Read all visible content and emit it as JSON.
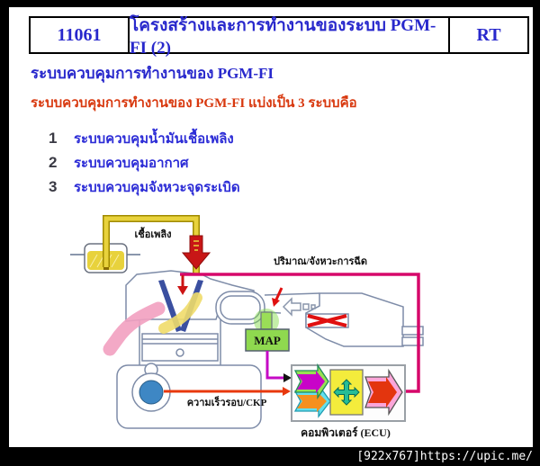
{
  "header": {
    "code": "11061",
    "title": "โครงสร้างและการทำงานของระบบ PGM-FI (2)",
    "tag": "RT"
  },
  "headings": {
    "main": "ระบบควบคุมการทำงานของ PGM-FI",
    "sub": "ระบบควบคุมการทำงานของ PGM-FI แบ่งเป็น 3 ระบบคือ"
  },
  "list": {
    "items": [
      {
        "num": "1",
        "label": "ระบบควบคุมน้ำมันเชื้อเพลิง"
      },
      {
        "num": "2",
        "label": "ระบบควบคุมอากาศ"
      },
      {
        "num": "3",
        "label": "ระบบควบคุมจังหวะจุดระเบิด"
      }
    ]
  },
  "diagram": {
    "labels": {
      "fuel": "เชื้อเพลิง",
      "injection": "ปริมาณ/จังหวะการฉีด",
      "map": "MAP",
      "ckp": "ความเร็วรอบ/CKP",
      "ecu": "คอมพิวเตอร์ (ECU)"
    },
    "colors": {
      "text_blue": "#2828CC",
      "text_red": "#D8380E",
      "fuel_line_yellow": "#E8D23C",
      "injection_loop_magenta": "#D6086A",
      "map_signal_magenta": "#C50AC5",
      "ckp_signal_red": "#E8380D",
      "map_box_green": "#9ADE57",
      "ecu_arrow_green": "#97E052",
      "ecu_arrow_magenta": "#C803C8",
      "ecu_arrow_cyan": "#63E0EE",
      "ecu_arrow_orange": "#F5901E",
      "ecu_box_yellow": "#F4EC3C",
      "ecu_cross_teal": "#26BD96",
      "ecu_out_pink": "#FBA6D9",
      "ecu_out_red": "#E3350E"
    }
  },
  "credit": {
    "text": "[922x767]https://upic.me/"
  }
}
